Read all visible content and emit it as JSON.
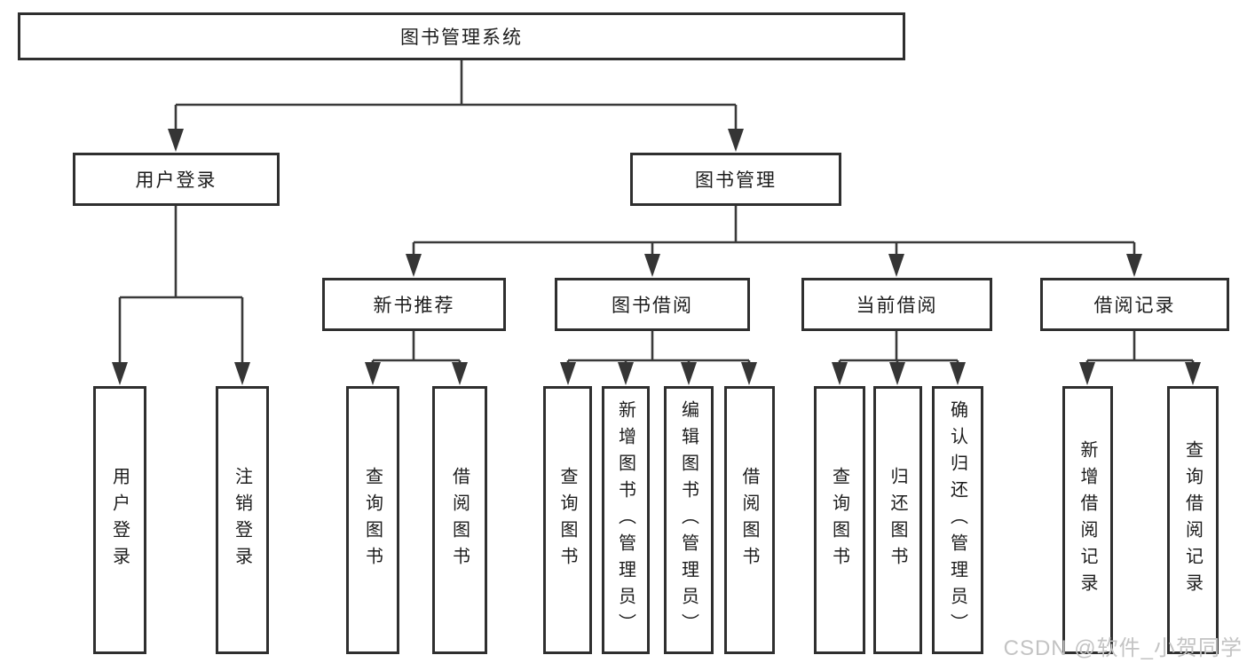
{
  "diagram": {
    "root": {
      "label": "图书管理系统"
    },
    "branches": [
      {
        "label": "用户登录",
        "children": [
          {
            "label": "用户登录"
          },
          {
            "label": "注销登录"
          }
        ]
      },
      {
        "label": "图书管理",
        "children": [
          {
            "label": "新书推荐",
            "children": [
              {
                "label": "查询图书"
              },
              {
                "label": "借阅图书"
              }
            ]
          },
          {
            "label": "图书借阅",
            "children": [
              {
                "label": "查询图书"
              },
              {
                "label": "新增图书（管理员）"
              },
              {
                "label": "编辑图书（管理员）"
              },
              {
                "label": "借阅图书"
              }
            ]
          },
          {
            "label": "当前借阅",
            "children": [
              {
                "label": "查询图书"
              },
              {
                "label": "归还图书"
              },
              {
                "label": "确认归还（管理员）"
              }
            ]
          },
          {
            "label": "借阅记录",
            "children": [
              {
                "label": "新增借阅记录"
              },
              {
                "label": "查询借阅记录"
              }
            ]
          }
        ]
      }
    ]
  },
  "watermark": {
    "text": "CSDN @软件_小贺同学"
  },
  "colors": {
    "line": "#3a3a3a",
    "box_border": "#2f2f2f",
    "text": "#1c1c1c",
    "watermark": "#c3c3c3",
    "background": "#ffffff"
  }
}
